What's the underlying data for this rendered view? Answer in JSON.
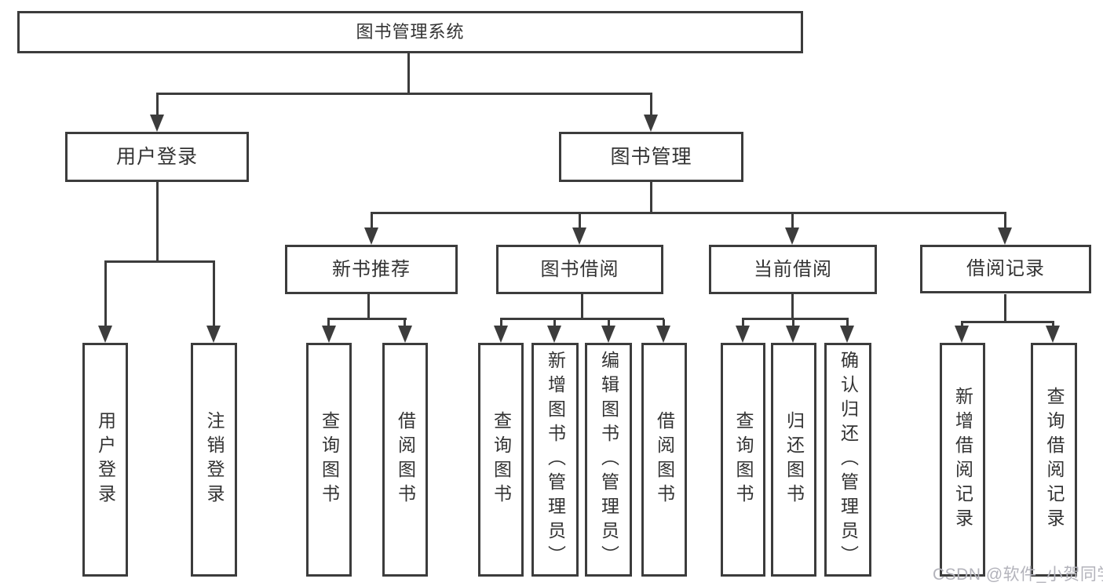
{
  "title": {
    "root": "图书管理系统"
  },
  "level1": {
    "user_login": "用户登录",
    "book_mgmt": "图书管理"
  },
  "level2": {
    "new_book": "新书推荐",
    "borrow": "图书借阅",
    "current": "当前借阅",
    "records": "借阅记录"
  },
  "leaves": {
    "user_login_1": "用户登录",
    "user_login_2": "注销登录",
    "new_book_1": "查询图书",
    "new_book_2": "借阅图书",
    "borrow_1": "查询图书",
    "borrow_2": "新增图书（管理员）",
    "borrow_3": "编辑图书（管理员）",
    "borrow_4": "借阅图书",
    "current_1": "查询图书",
    "current_2": "归还图书",
    "current_3": "确认归还（管理员）",
    "records_1": "新增借阅记录",
    "records_2": "查询借阅记录"
  },
  "watermark": "CSDN @软件_小贺同学",
  "colors": {
    "line": "#3c3c3c",
    "text": "#333333",
    "watermark": "#b3b3bb",
    "background": "#ffffff"
  }
}
